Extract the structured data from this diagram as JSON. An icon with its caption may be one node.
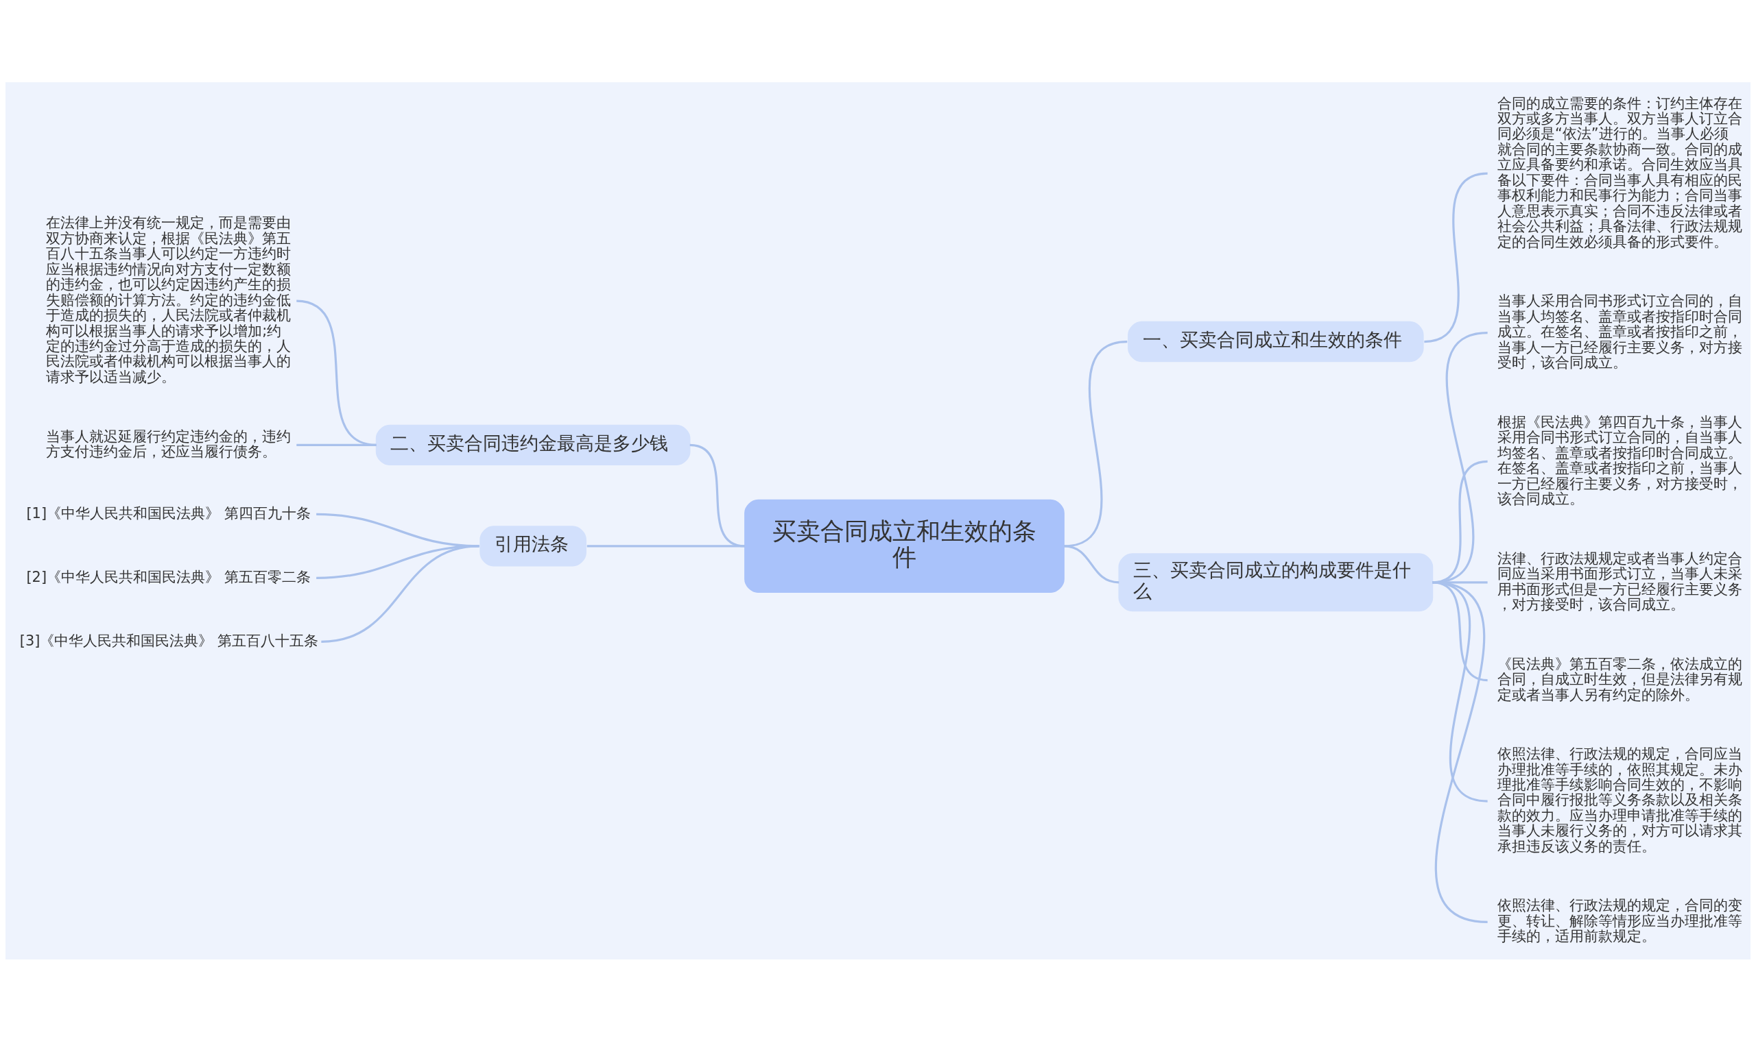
{
  "diagram": {
    "nodes": [
      {
        "text": [
          "买卖合同成立和生效的条件"
        ]
      },
      {
        "text": [
          "一、买卖合同成立和生效的条件"
        ]
      },
      {
        "text": [
          "合同的成立需要的条件：订约主体存在双方或多方当事人。双方当事人订立合同必须是“依法”进行的。当事人必须就合同的主要条款协商一致。合同的成立应具备要约和承诺。合同生效应当具备以下要件：合同当事人具有相应的民事权利能力和民事行为能力；合同当事人意思表示真实；合同不违反法律或者社会公共利益；具备法律、行政法规规定的合同生效必须具备的形式要件。"
        ]
      },
      {
        "text": [
          "二、买卖合同违约金最高是多少钱"
        ]
      },
      {
        "text": [
          "在法律上并没有统一规定，而是需要由双方协商来认定，根据《民法典》第五百八十五条当事人可以约定一方违约时应当根据违约情况向对方支付一定数额的违约金，也可以约定因违约产生的损失赔偿额的计算方法。约定的违约金低于造成的损失的，人民法院或者仲裁机构可以根据当事人的请求予以增加;约定的违约金过分高于造成的损失的，人民法院或者仲裁机构可以根据当事人的请求予以适当减少。"
        ]
      },
      {
        "text": [
          "当事人就迟延履行约定违约金的，违约方支付违约金后，还应当履行债务。"
        ]
      },
      {
        "text": [
          "引用法条"
        ]
      },
      {
        "text": [
          "[1]《中华人民共和国民法典》 第四百九十条"
        ]
      },
      {
        "text": [
          "[2]《中华人民共和国民法典》 第五百零二条"
        ]
      },
      {
        "text": [
          "[3]《中华人民共和国民法典》 第五百八十五条"
        ]
      },
      {
        "text": [
          "三、买卖合同成立的构成要件是什么"
        ]
      },
      {
        "text": [
          "当事人采用合同书形式订立合同的，自当事人均签名、盖章或者按指印时合同成立。在签名、盖章或者按指印之前，当事人一方已经履行主要义务，对方接受时，该合同成立。"
        ]
      },
      {
        "text": [
          "根据《民法典》第四百九十条，当事人采用合同书形式订立合同的，自当事人均签名、盖章或者按指印时合同成立。在签名、盖章或者按指印之前，当事人一方已经履行主要义务，对方接受时，该合同成立。"
        ]
      },
      {
        "text": [
          "法律、行政法规规定或者当事人约定合同应当采用书面形式订立，当事人未采用书面形式但是一方已经履行主要义务，对方接受时，该合同成立。"
        ]
      },
      {
        "text": [
          "《民法典》第五百零二条，依法成立的合同，自成立时生效，但是法律另有规定或者当事人另有约定的除外。"
        ]
      },
      {
        "text": [
          "依照法律、行政法规的规定，合同应当办理批准等手续的，依照其规定。未办理批准等手续影响合同生效的，不影响合同中履行报批等义务条款以及相关条款的效力。应当办理申请批准等手续的当事人未履行义务的，对方可以请求其承担违反该义务的责任。"
        ]
      },
      {
        "text": [
          "依照法律、行政法规的规定，合同的变更、转让、解除等情形应当办理批准等手续的，适用前款规定。"
        ]
      }
    ],
    "edges": [
      {
        "from": 0,
        "to": 1,
        "arrow": "none"
      },
      {
        "from": 1,
        "to": 2,
        "arrow": "none"
      },
      {
        "from": 0,
        "to": 3,
        "arrow": "none"
      },
      {
        "from": 3,
        "to": 4,
        "arrow": "none"
      },
      {
        "from": 3,
        "to": 5,
        "arrow": "none"
      },
      {
        "from": 0,
        "to": 6,
        "arrow": "none"
      },
      {
        "from": 6,
        "to": 7,
        "arrow": "none"
      },
      {
        "from": 6,
        "to": 8,
        "arrow": "none"
      },
      {
        "from": 6,
        "to": 9,
        "arrow": "none"
      },
      {
        "from": 0,
        "to": 10,
        "arrow": "none"
      },
      {
        "from": 10,
        "to": 11,
        "arrow": "none"
      },
      {
        "from": 10,
        "to": 12,
        "arrow": "none"
      },
      {
        "from": 10,
        "to": 13,
        "arrow": "none"
      },
      {
        "from": 10,
        "to": 14,
        "arrow": "none"
      },
      {
        "from": 10,
        "to": 15,
        "arrow": "none"
      },
      {
        "from": 10,
        "to": 16,
        "arrow": "none"
      }
    ]
  }
}
